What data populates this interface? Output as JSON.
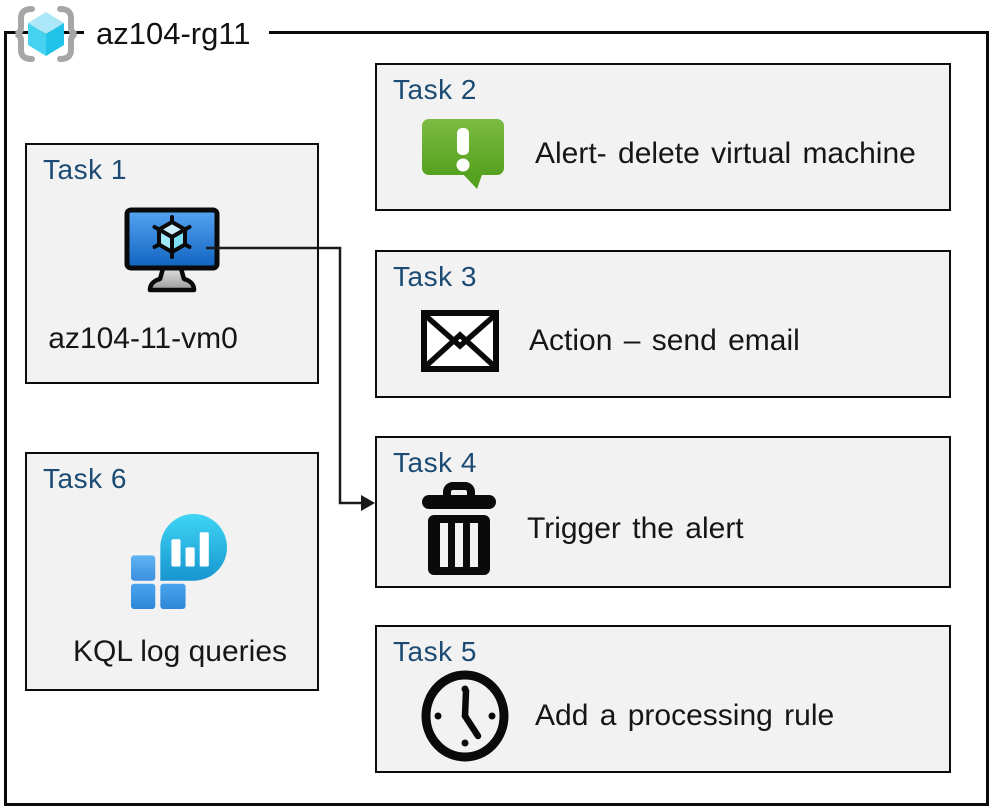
{
  "resource_group": {
    "name": "az104-rg11",
    "icon": "resource-group-icon"
  },
  "tasks": [
    {
      "title": "Task 1",
      "label": "az104-11-vm0",
      "icon": "virtual-machine-icon"
    },
    {
      "title": "Task 2",
      "label": "Alert- delete virtual machine",
      "icon": "alert-icon"
    },
    {
      "title": "Task 3",
      "label": "Action – send email",
      "icon": "email-icon"
    },
    {
      "title": "Task 4",
      "label": "Trigger the alert",
      "icon": "trash-icon"
    },
    {
      "title": "Task 5",
      "label": "Add a processing rule",
      "icon": "clock-icon"
    },
    {
      "title": "Task 6",
      "label": "KQL log queries",
      "icon": "kql-log-queries-icon"
    }
  ],
  "connector": {
    "from": "Task 1",
    "to": "Task 4"
  },
  "colors": {
    "task_title_blue": "#1b4a73",
    "box_fill_gray": "#f2f2f2",
    "border_black": "#0a0a0a",
    "alert_green_top": "#7cbb42",
    "alert_green_bottom": "#55a21f",
    "vm_screen_blue_top": "#56a5f2",
    "vm_screen_blue_bottom": "#1063c0",
    "kql_teal_top": "#3fd5f5",
    "kql_teal_bottom": "#1795cf",
    "kql_square_blue_top": "#55aef0",
    "kql_square_blue_bottom": "#2e86d8",
    "rg_brace_gray": "#a6a6a6",
    "rg_cube_top": "#abe7f7",
    "rg_cube_left": "#45d2f1",
    "rg_cube_right": "#21c3e9"
  }
}
